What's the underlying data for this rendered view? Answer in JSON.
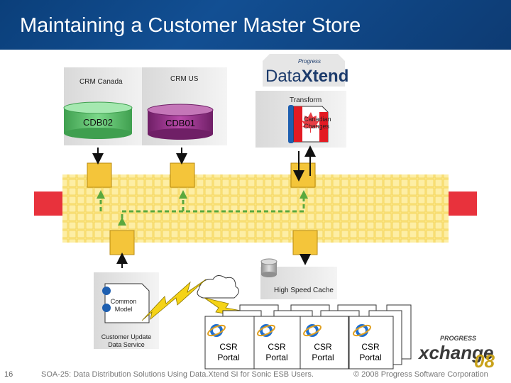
{
  "title": "Maintaining a Customer Master Store",
  "crm_canada": "CRM Canada",
  "crm_us": "CRM US",
  "dataxtend_logo": {
    "top": "Progress",
    "name_data": "Data",
    "name_xtend": "Xtend"
  },
  "transform": "Transform",
  "canadian_changes": [
    "Canadian",
    "Changes"
  ],
  "cdb02": "CDB02",
  "cdb01": "CDB01",
  "common_model": [
    "Common",
    "Model"
  ],
  "customer_update_service": [
    "Customer Update",
    "Data Service"
  ],
  "high_speed_cache": "High Speed Cache",
  "portal_line1": "CSR",
  "portal_line2": "Portal",
  "exchange_logo": {
    "top": "PROGRESS",
    "name": "xchange",
    "year": "08"
  },
  "footer": {
    "slide_number": "16",
    "text": "SOA-25: Data Distribution Solutions Using Data.Xtend SI for Sonic ESB Users.",
    "copyright": "© 2008 Progress Software Corporation"
  },
  "colors": {
    "title_bg": "#124f93",
    "bus_yellow": "#fde98a",
    "bus_red": "#e8323c",
    "cdb02": "#5fc46f",
    "cdb01": "#9b2b8c",
    "arrow_green": "#5aa83e",
    "lightning": "#f5d316"
  }
}
